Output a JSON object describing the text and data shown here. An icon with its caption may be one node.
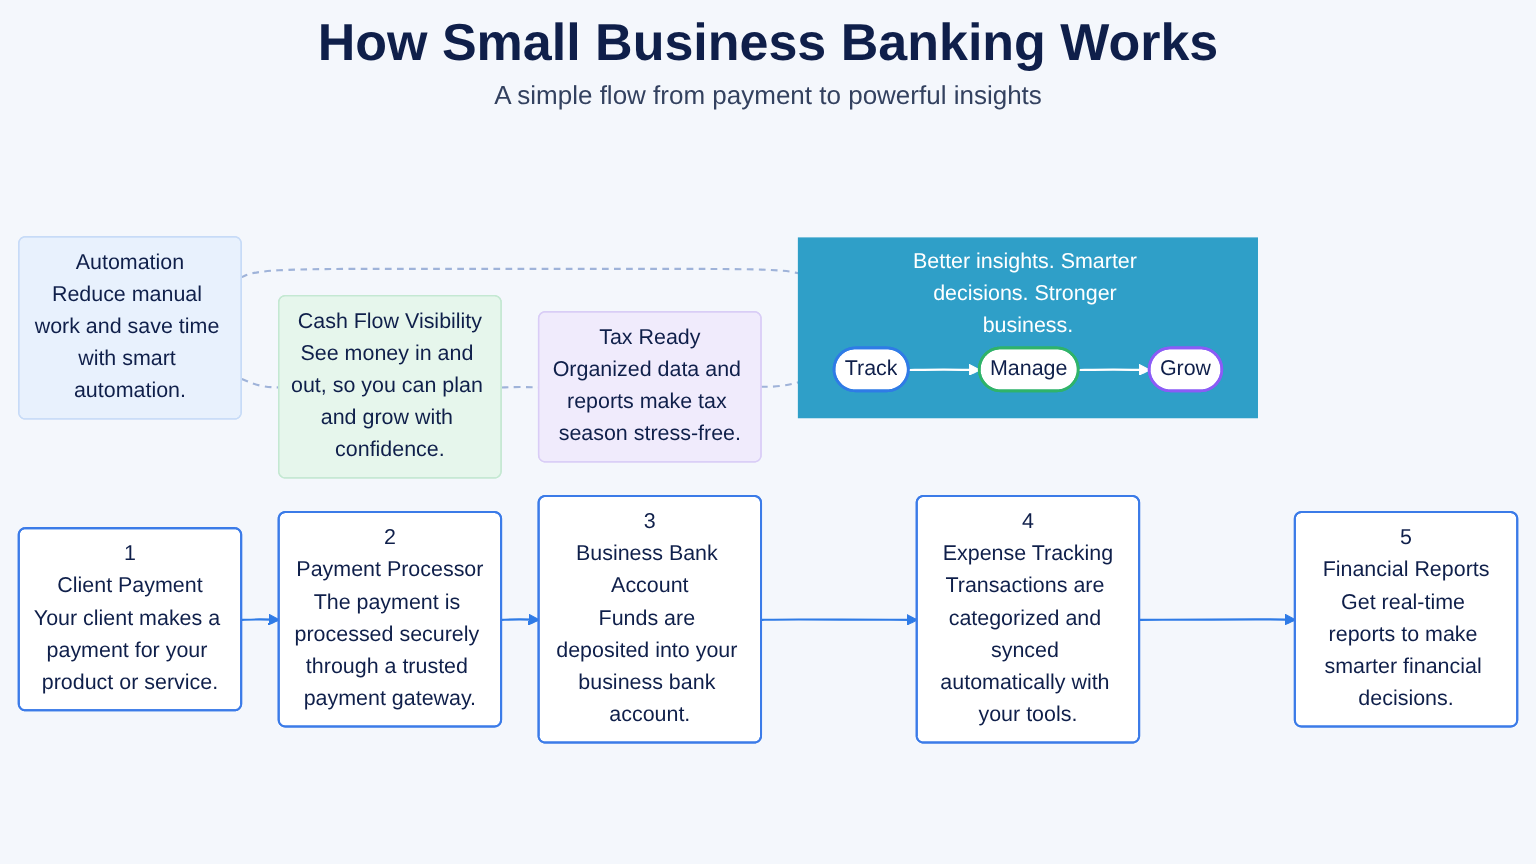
{
  "diagram": {
    "title": "How Small Business Banking Works",
    "nodes": [
      {
        "text": [
          "1",
          "Client Payment",
          "Your client makes a payment for your product or service."
        ]
      },
      {
        "text": [
          "2",
          "Payment Processor",
          "The payment is processed securely through a trusted payment gateway."
        ]
      },
      {
        "text": [
          "3",
          "Business Bank Account",
          "Funds are deposited into your business bank account."
        ]
      },
      {
        "text": [
          "4",
          "Expense Tracking",
          "Transactions are categorized and synced automatically with your tools."
        ]
      },
      {
        "text": [
          "5",
          "Financial Reports",
          "Get real-time reports to make smarter financial decisions."
        ]
      },
      {
        "text": [
          "Automation",
          "Reduce manual work and save time with smart automation."
        ]
      },
      {
        "text": [
          "Cash Flow Visibility",
          "See money in and out, so you can plan and grow with confidence."
        ]
      },
      {
        "text": [
          "Tax Ready",
          "Organized data and reports make tax season stress-free."
        ]
      },
      {
        "text": [
          "Better insights. Smarter decisions. Stronger business."
        ]
      },
      {
        "text": [
          "Track"
        ],
        "in": 8
      },
      {
        "text": [
          "Manage"
        ],
        "in": 8
      },
      {
        "text": [
          "Grow"
        ],
        "in": 8
      }
    ],
    "edges": [
      {
        "from": 0,
        "to": 1,
        "arrow": "to"
      },
      {
        "from": 1,
        "to": 2,
        "arrow": "to"
      },
      {
        "from": 2,
        "to": 3,
        "arrow": "to"
      },
      {
        "from": 3,
        "to": 4,
        "arrow": "to"
      },
      {
        "from": 5,
        "to": 6,
        "arrow": "none",
        "style": "dashed",
        "color": "#9fb3d9"
      },
      {
        "from": 6,
        "to": 7,
        "arrow": "none",
        "style": "dashed",
        "color": "#9fb3d9"
      },
      {
        "from": 5,
        "to": 8,
        "arrow": "none",
        "style": "dashed",
        "color": "#9fb3d9"
      },
      {
        "from": 7,
        "to": 8,
        "arrow": "none",
        "style": "dashed",
        "color": "#9fb3d9"
      },
      {
        "from": 9,
        "to": 10,
        "arrow": "to",
        "color": "#ffffff"
      },
      {
        "from": 10,
        "to": 11,
        "arrow": "to",
        "color": "#ffffff"
      }
    ],
    "labels": [
      "A simple flow from payment to powerful insights"
    ]
  }
}
